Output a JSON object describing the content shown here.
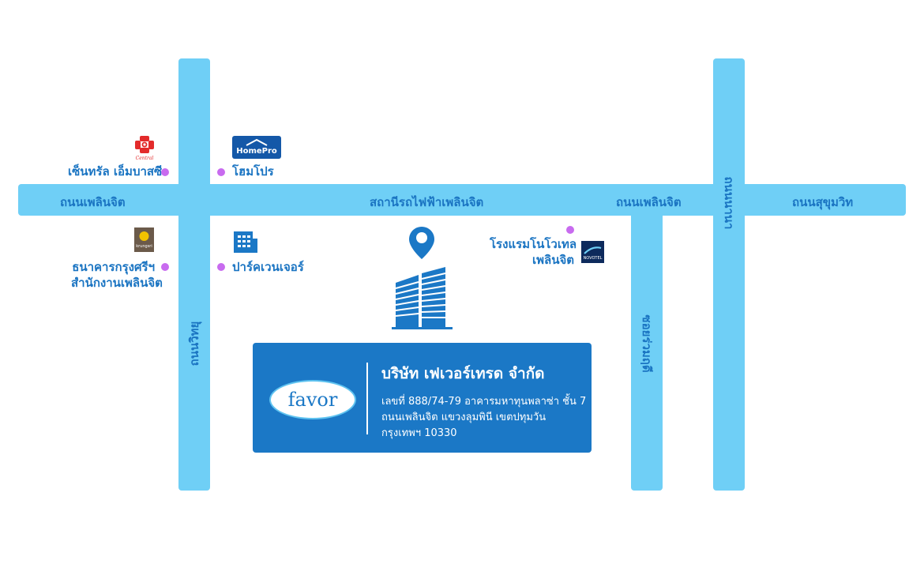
{
  "roads": {
    "horizontal_left": "ถนนเพลินจิต",
    "horizontal_center": "สถานีรถไฟฟ้าเพลินจิต",
    "horizontal_right_mid": "ถนนเพลินจิต",
    "horizontal_far_right": "ถนนสุขุมวิท",
    "vertical_left": "ถนนวิทยุ",
    "vertical_middle": "ซอยร่วมฤดี",
    "vertical_right": "ถนนนานา"
  },
  "pois": {
    "central": {
      "label": "เซ็นทรัล เอ็มบาสซี",
      "logo_text": "Central"
    },
    "homepro": {
      "label": "โฮมโปร",
      "logo_text": "HomePro"
    },
    "krungsri": {
      "label_line1": "ธนาคารกรุงศรีฯ",
      "label_line2": "สำนักงานเพลินจิต",
      "logo_text": "krungsri"
    },
    "park_ventures": {
      "label": "ปาร์คเวนเจอร์"
    },
    "novotel": {
      "label_line1": "โรงแรมโนโวเทล",
      "label_line2": "เพลินจิต",
      "logo_text": "NOVOTEL"
    }
  },
  "company": {
    "logo_text": "favor",
    "name": "บริษัท เฟเวอร์เทรด จำกัด",
    "address_line1": "เลขที่ 888/74-79 อาคารมหาทุนพลาซ่า ชั้น 7",
    "address_line2": "ถนนเพลินจิต  แขวงลุมพินี เขตปทุมวัน",
    "address_line3": "กรุงเทพฯ 10330"
  },
  "colors": {
    "road": "#6fcff6",
    "label": "#1a74c2",
    "poi_dot": "#c86bef",
    "card": "#1b78c6"
  }
}
